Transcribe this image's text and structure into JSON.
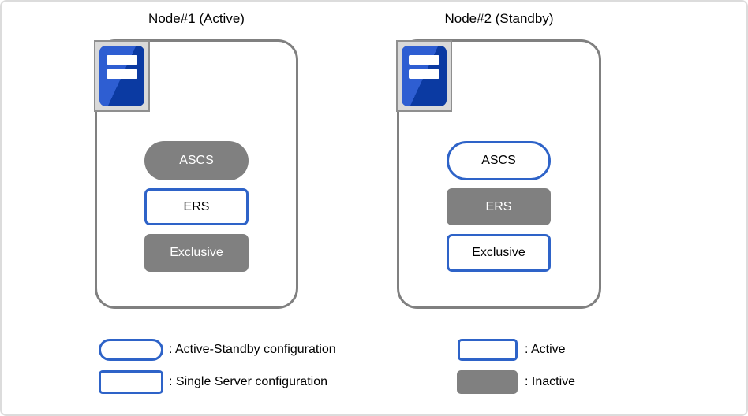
{
  "colors": {
    "accent_blue": "#2E63C8",
    "inactive_gray": "#808080",
    "node_border_gray": "#808080",
    "server_icon_blue_light": "#2E5ED2",
    "server_icon_blue_dark": "#0B3AA2",
    "server_frame_gray": "#D9D9D9"
  },
  "nodes": [
    {
      "title": "Node#1 (Active)",
      "components": [
        {
          "label": "ASCS",
          "shape": "active-standby",
          "state": "inactive"
        },
        {
          "label": "ERS",
          "shape": "single-server",
          "state": "active"
        },
        {
          "label": "Exclusive",
          "shape": "single-server",
          "state": "inactive"
        }
      ]
    },
    {
      "title": "Node#2 (Standby)",
      "components": [
        {
          "label": "ASCS",
          "shape": "active-standby",
          "state": "active"
        },
        {
          "label": "ERS",
          "shape": "single-server",
          "state": "inactive"
        },
        {
          "label": "Exclusive",
          "shape": "single-server",
          "state": "active"
        }
      ]
    }
  ],
  "legend": {
    "items": [
      {
        "swatch": "active-standby-pill",
        "label": ": Active-Standby configuration"
      },
      {
        "swatch": "single-server-rect",
        "label": ": Single Server configuration"
      },
      {
        "swatch": "active",
        "label": ": Active"
      },
      {
        "swatch": "inactive",
        "label": ": Inactive"
      }
    ]
  }
}
